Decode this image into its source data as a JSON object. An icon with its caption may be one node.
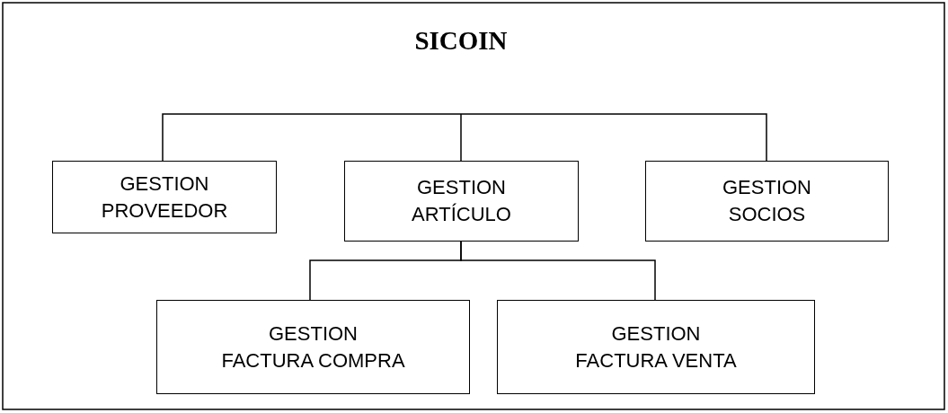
{
  "diagram": {
    "title": "SICOIN",
    "nodes": [
      {
        "text": [
          "GESTION PROVEEDOR"
        ]
      },
      {
        "text": [
          "GESTION ARTÍCULO"
        ]
      },
      {
        "text": [
          "GESTION SOCIOS"
        ]
      },
      {
        "text": [
          "GESTION FACTURA COMPRA"
        ]
      },
      {
        "text": [
          "GESTION FACTURA VENTA"
        ]
      }
    ],
    "edges": [
      {
        "from": null,
        "to": 0,
        "arrow": "none"
      },
      {
        "from": null,
        "to": 1,
        "arrow": "none"
      },
      {
        "from": null,
        "to": 2,
        "arrow": "none"
      },
      {
        "from": 1,
        "to": 3,
        "arrow": "none"
      },
      {
        "from": 1,
        "to": 4,
        "arrow": "none"
      }
    ]
  }
}
